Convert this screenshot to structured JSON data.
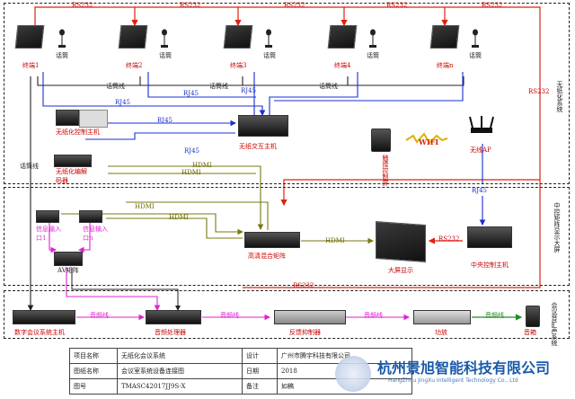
{
  "labels": {
    "rs232_top": [
      "RS232",
      "RS232",
      "RS232",
      "RS232",
      "RS232"
    ],
    "terminals": [
      "终端1",
      "终端2",
      "终端3",
      "终端4",
      "终端n"
    ],
    "mic": "话筒",
    "mic_cable": "话筒线",
    "rj45": "RJ45",
    "switch": "无纸交互主机",
    "control_host": "无纸化控制主机",
    "encoder": "无纸化编解码器",
    "tablet": "触摸控制屏",
    "wifi": "WIFI",
    "ap": "无线AP",
    "rs232": "RS232",
    "hdmi": "HDMI",
    "matrix": "高清混合矩阵",
    "big_screen": "大屏显示",
    "central_control": "中央控制主机",
    "signal_1": "信息输入口1",
    "signal_n": "信息输入口n",
    "av_switch": "AV矩阵",
    "conf_host": "数字会议系统主机",
    "audio_proc": "音频处理器",
    "feedback": "反馈抑制器",
    "amp": "功放",
    "speaker": "音箱",
    "audio_line": "音频线",
    "paperless_system": "无纸化系统",
    "central_matrix": "中控矩阵显示大屏",
    "conference_audio": "会议音扩声系统"
  },
  "info_table": {
    "rows": [
      [
        "项目名称",
        "无纸化会议系统",
        "设计",
        "广州市腾宇科技有限公司"
      ],
      [
        "图纸名称",
        "会议室系统设备连接图",
        "日期",
        "2018"
      ],
      [
        "图号",
        "TMASC42017JJ9S-X",
        "备注",
        "如稿"
      ]
    ]
  },
  "brand": {
    "name": "杭州景旭智能科技有限公司",
    "english": "HangZhou JingXu Intelligent Technology Co., Ltd"
  }
}
